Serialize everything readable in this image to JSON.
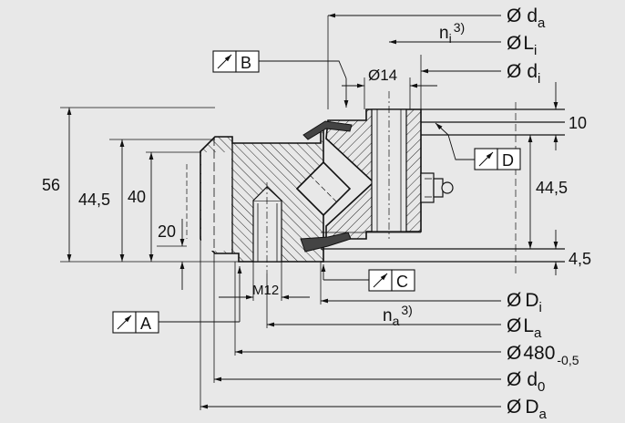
{
  "colors": {
    "background": "#e8e8e8",
    "ink": "#111111",
    "seal": "#444444"
  },
  "dimensions_right": {
    "da": {
      "sym": "Ø",
      "base": "d",
      "sub": "a"
    },
    "ni": {
      "base": "n",
      "sub": "i",
      "sup": "3)"
    },
    "Li": {
      "sym": "Ø",
      "base": "L",
      "sub": "i"
    },
    "di": {
      "sym": "Ø",
      "base": "d",
      "sub": "i"
    },
    "Di": {
      "sym": "Ø",
      "base": "D",
      "sub": "i"
    },
    "na": {
      "base": "n",
      "sub": "a",
      "sup": "3)"
    },
    "La": {
      "sym": "Ø",
      "base": "L",
      "sub": "a"
    },
    "d480": {
      "sym": "Ø",
      "base": "480",
      "tol": "-0,5"
    },
    "d0": {
      "sym": "Ø",
      "base": "d",
      "sub": "0"
    },
    "Da": {
      "sym": "Ø",
      "base": "D",
      "sub": "a"
    }
  },
  "dimensions_misc": {
    "hole14": "Ø14",
    "h10": "10",
    "h44_5_right": "44,5",
    "h4_5": "4,5",
    "h56": "56",
    "h44_5_left": "44,5",
    "h40": "40",
    "h20": "20",
    "thread": "M12"
  },
  "tolerance_frames": [
    {
      "symbol": "runout-arrow",
      "datum": "A"
    },
    {
      "symbol": "runout-arrow",
      "datum": "B"
    },
    {
      "symbol": "runout-arrow",
      "datum": "C"
    },
    {
      "symbol": "runout-arrow",
      "datum": "D"
    }
  ]
}
